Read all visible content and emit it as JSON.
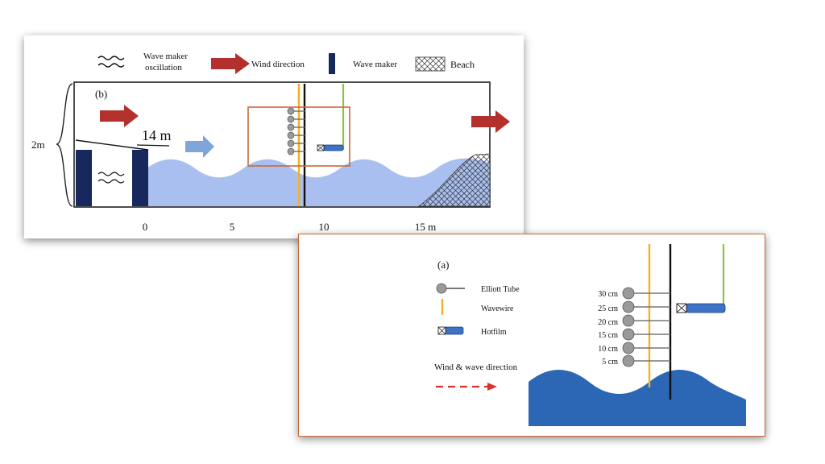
{
  "panel_b": {
    "label": "(b)",
    "legend": {
      "oscillation_line1": "Wave maker",
      "oscillation_line2": "oscillation",
      "wind": "Wind direction",
      "wavemaker": "Wave maker",
      "beach": "Beach"
    },
    "height_label": "2m",
    "fetch_label": "14 m",
    "x_ticks": [
      "0",
      "5",
      "10",
      "15 m"
    ]
  },
  "panel_a": {
    "label": "(a)",
    "legend": {
      "elliott": "Elliott Tube",
      "wavewire": "Wavewire",
      "hotfilm": "Hotfilm",
      "direction": "Wind & wave direction"
    },
    "heights": [
      "30 cm",
      "25 cm",
      "20 cm",
      "15 cm",
      "10 cm",
      "5 cm"
    ]
  },
  "colors": {
    "water_b": "#a9bff0",
    "water_a": "#2b67b4",
    "wind_arrow": "#b3302c",
    "wave_arrow": "#7fa6d8",
    "wavemaker": "#17285c",
    "wavewire": "#f0b323",
    "support": "#8ec24a",
    "highlight_box": "#c8683a",
    "direction_arrow": "#d8332a"
  }
}
